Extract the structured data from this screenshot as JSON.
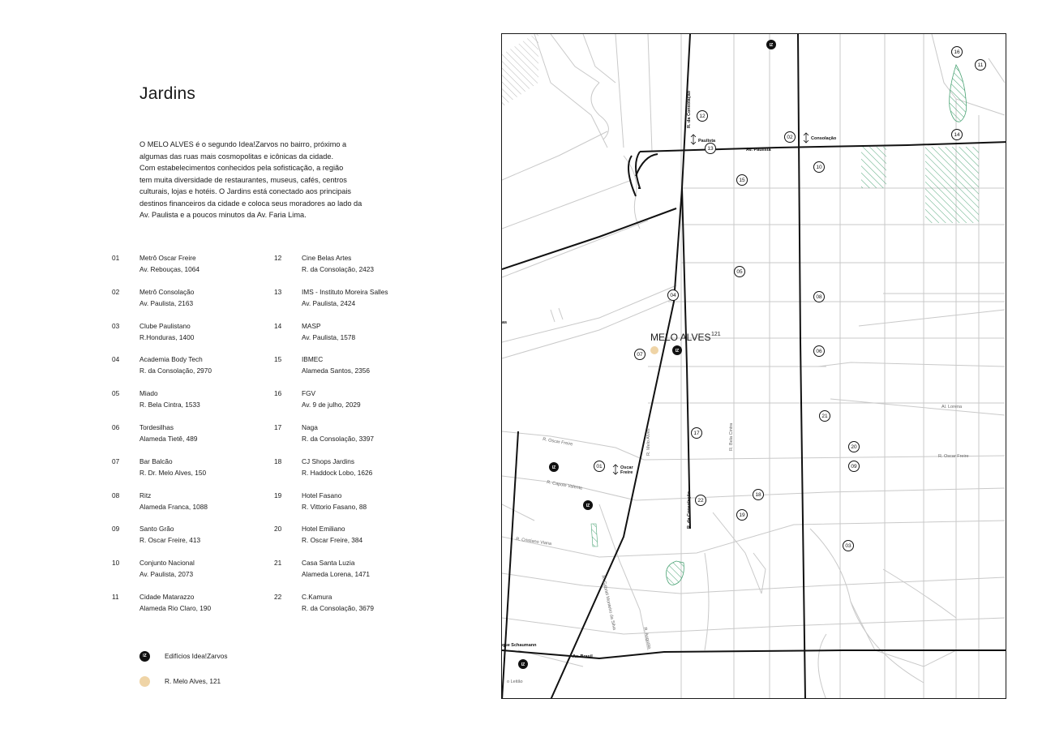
{
  "title": "Jardins",
  "intro": [
    "O MELO ALVES é o segundo Idea!Zarvos no bairro, próximo a",
    "algumas das ruas mais cosmopolitas e icônicas da cidade.",
    "Com estabelecimentos conhecidos pela sofisticação, a região",
    "tem muita diversidade de restaurantes, museus, cafés, centros",
    "culturais, lojas e hotéis. O Jardins está conectado aos principais",
    "destinos financeiros da cidade e coloca seus moradores ao lado da",
    "Av. Paulista e a poucos minutos da Av. Faria Lima."
  ],
  "places": [
    {
      "num": "01",
      "name": "Metrô Oscar Freire",
      "address": "Av. Rebouças, 1064"
    },
    {
      "num": "02",
      "name": "Metrô Consolação",
      "address": "Av. Paulista, 2163"
    },
    {
      "num": "03",
      "name": "Clube Paulistano",
      "address": "R.Honduras, 1400"
    },
    {
      "num": "04",
      "name": "Academia Body Tech",
      "address": "R. da Consolação, 2970"
    },
    {
      "num": "05",
      "name": "Miado",
      "address": "R. Bela Cintra, 1533"
    },
    {
      "num": "06",
      "name": "Tordesilhas",
      "address": "Alameda Tietê, 489"
    },
    {
      "num": "07",
      "name": "Bar Balcão",
      "address": "R. Dr. Melo Alves, 150"
    },
    {
      "num": "08",
      "name": "Ritz",
      "address": "Alameda Franca, 1088"
    },
    {
      "num": "09",
      "name": "Santo Grão",
      "address": "R. Oscar Freire, 413"
    },
    {
      "num": "10",
      "name": "Conjunto Nacional",
      "address": "Av. Paulista, 2073"
    },
    {
      "num": "11",
      "name": "Cidade Matarazzo",
      "address": "Alameda Rio Claro, 190"
    },
    {
      "num": "12",
      "name": "Cine Belas Artes",
      "address": "R. da Consolação, 2423"
    },
    {
      "num": "13",
      "name": "IMS - Instituto Moreira Salles",
      "address": "Av. Paulista, 2424"
    },
    {
      "num": "14",
      "name": "MASP",
      "address": "Av. Paulista, 1578"
    },
    {
      "num": "15",
      "name": "IBMEC",
      "address": "Alameda Santos, 2356"
    },
    {
      "num": "16",
      "name": "FGV",
      "address": "Av. 9 de julho, 2029"
    },
    {
      "num": "17",
      "name": "Naga",
      "address": "R. da Consolação, 3397"
    },
    {
      "num": "18",
      "name": "CJ Shops Jardins",
      "address": "R. Haddock Lobo, 1626"
    },
    {
      "num": "19",
      "name": "Hotel Fasano",
      "address": "R. Vittorio Fasano, 88"
    },
    {
      "num": "20",
      "name": "Hotel Emiliano",
      "address": "R. Oscar Freire, 384"
    },
    {
      "num": "21",
      "name": "Casa Santa Luzia",
      "address": "Alameda Lorena, 1471"
    },
    {
      "num": "22",
      "name": "C.Kamura",
      "address": "R. da Consolação, 3679"
    }
  ],
  "legend": {
    "iz_mark": "IZ",
    "buildings": "Edifícios Idea!Zarvos",
    "site": "R. Melo Alves, 121"
  },
  "colors": {
    "site": "#efd4a6",
    "park": "#4ea577",
    "major_road": "#111111",
    "minor_road": "#c9c9c9"
  },
  "map": {
    "site_label": "MELO ALVES",
    "site_number": "121",
    "street_labels": {
      "consolacao_north": "R. da Consolação",
      "consolacao_south": "R. da Consolação",
      "paulista": "Av. Paulista",
      "lorena": "Al. Lorena",
      "oscar_freire_east": "R. Oscar Freire",
      "oscar_freire_west": "R. Oscar Freire",
      "capote": "R. Capote Valente",
      "cristiano": "R. Cristiano Viana",
      "gabriel": "R. Gabriel Monteiro da Silva",
      "augusta": "R. Augusta",
      "melo_alves": "R. Melo Alves",
      "bela_cintra": "R. Bela Cintra",
      "brasil": "Av. Brasil",
      "schaumann": "que Schaumann",
      "leitao": "o Leitão",
      "west_stub": "as"
    },
    "stations": [
      {
        "key": "paulista",
        "label": "Paulista"
      },
      {
        "key": "consolacao",
        "label": "Consolação"
      },
      {
        "key": "oscar_freire",
        "label_1": "Oscar",
        "label_2": "Freire"
      }
    ]
  }
}
